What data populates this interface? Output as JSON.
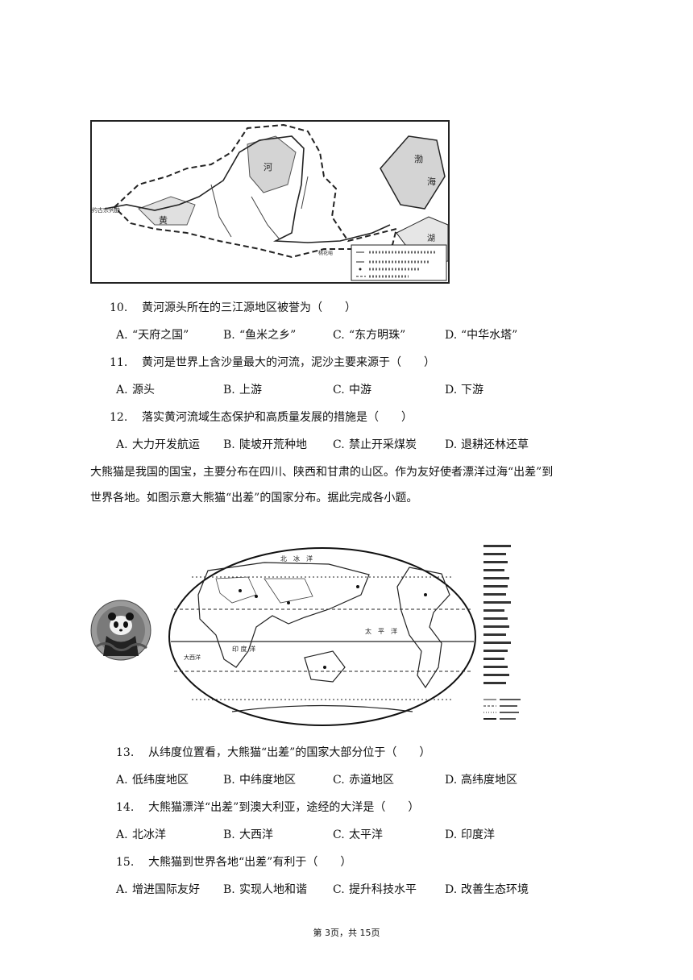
{
  "map1": {
    "label_west": "约古宗列曲",
    "label_south_east": "桃花峪",
    "bohai_a": "渤",
    "bohai_b": "海",
    "huanghe_a": "黄",
    "huanghe_b": "河",
    "ocean_text": "湖"
  },
  "questions_a": [
    {
      "num": "10.",
      "text": "黄河源头所在的三江源地区被誉为（　　）",
      "options": [
        {
          "label": "A.",
          "text": "“天府之国”"
        },
        {
          "label": "B.",
          "text": "“鱼米之乡”"
        },
        {
          "label": "C.",
          "text": "“东方明珠”"
        },
        {
          "label": "D.",
          "text": "“中华水塔”"
        }
      ]
    },
    {
      "num": "11.",
      "text": "黄河是世界上含沙量最大的河流，泥沙主要来源于（　　）",
      "options": [
        {
          "label": "A.",
          "text": "源头"
        },
        {
          "label": "B.",
          "text": "上游"
        },
        {
          "label": "C.",
          "text": "中游"
        },
        {
          "label": "D.",
          "text": "下游"
        }
      ]
    },
    {
      "num": "12.",
      "text": "落实黄河流域生态保护和高质量发展的措施是（　　）",
      "options": [
        {
          "label": "A.",
          "text": "大力开发航运"
        },
        {
          "label": "B.",
          "text": "陡坡开荒种地"
        },
        {
          "label": "C.",
          "text": "禁止开采煤炭"
        },
        {
          "label": "D.",
          "text": "退耕还林还草"
        }
      ]
    }
  ],
  "intro_line1": "大熊猫是我国的国宝，主要分布在四川、陕西和甘肃的山区。作为友好使者漂洋过海“出差”到",
  "intro_line2": "世界各地。如图示意大熊猫“出差”的国家分布。据此完成各小题。",
  "map2": {
    "ocean_north": "北　冰　洋",
    "ocean_pacific": "太　平　洋",
    "ocean_indian": "印 度 洋",
    "ocean_atlantic": "大西洋"
  },
  "questions_b": [
    {
      "num": "13.",
      "text": "从纬度位置看，大熊猫“出差”的国家大部分位于（　　）",
      "options": [
        {
          "label": "A.",
          "text": "低纬度地区"
        },
        {
          "label": "B.",
          "text": "中纬度地区"
        },
        {
          "label": "C.",
          "text": "赤道地区"
        },
        {
          "label": "D.",
          "text": "高纬度地区"
        }
      ]
    },
    {
      "num": "14.",
      "text": "大熊猫漂洋“出差”到澳大利亚，途经的大洋是（　　）",
      "options": [
        {
          "label": "A.",
          "text": "北冰洋"
        },
        {
          "label": "B.",
          "text": "大西洋"
        },
        {
          "label": "C.",
          "text": "太平洋"
        },
        {
          "label": "D.",
          "text": "印度洋"
        }
      ]
    },
    {
      "num": "15.",
      "text": "大熊猫到世界各地“出差”有利于（　　）",
      "options": [
        {
          "label": "A.",
          "text": "增进国际友好"
        },
        {
          "label": "B.",
          "text": "实现人地和谐"
        },
        {
          "label": "C.",
          "text": "提升科技水平"
        },
        {
          "label": "D.",
          "text": "改善生态环境"
        }
      ]
    }
  ],
  "footer": "第 3页，共 15页",
  "colors": {
    "ink": "#111111",
    "map_line": "#222222",
    "land_fill": "#d4d4d4"
  }
}
